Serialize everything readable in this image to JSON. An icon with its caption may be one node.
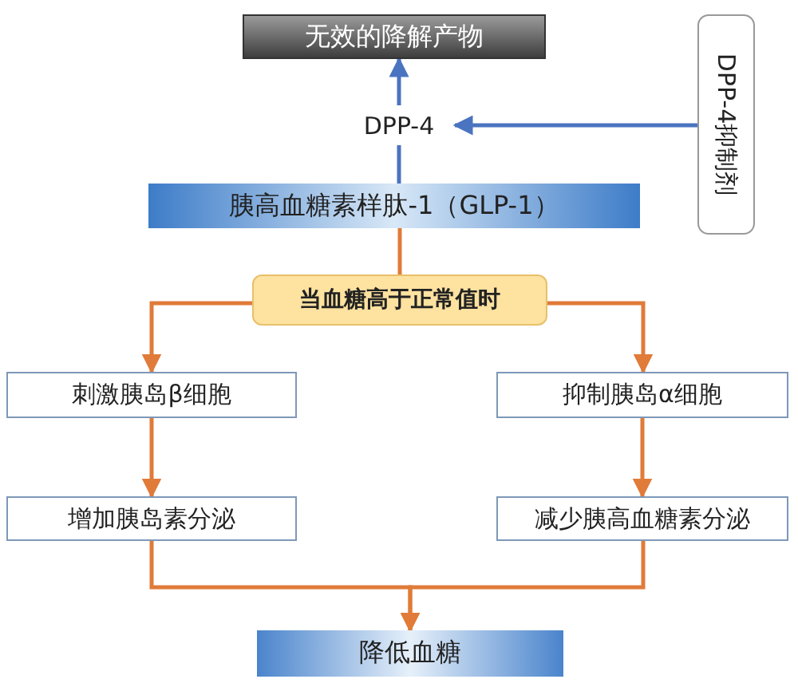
{
  "diagram": {
    "nodes": [
      {
        "text": [
          "无效的降解产物"
        ]
      },
      {
        "text": [
          "DPP-4"
        ]
      },
      {
        "text": [
          "DPP-4抑制剂"
        ]
      },
      {
        "text": [
          "胰高血糖素样肽-1（GLP-1）"
        ]
      },
      {
        "text": [
          "当血糖高于正常值时"
        ]
      },
      {
        "text": [
          "刺激胰岛β细胞"
        ]
      },
      {
        "text": [
          "抑制胰岛α细胞"
        ]
      },
      {
        "text": [
          "增加胰岛素分泌"
        ]
      },
      {
        "text": [
          "减少胰高血糖素分泌"
        ]
      },
      {
        "text": [
          "降低血糖"
        ]
      }
    ],
    "edges": [
      {
        "from": 1,
        "to": 0,
        "arrow": "to",
        "color": "#4a74c0"
      },
      {
        "from": 2,
        "to": 1,
        "arrow": "to",
        "color": "#4a74c0"
      },
      {
        "from": 3,
        "to": 1,
        "arrow": "none",
        "color": "#4a74c0"
      },
      {
        "from": 3,
        "to": 4,
        "arrow": "none"
      },
      {
        "from": 4,
        "to": 5,
        "arrow": "to"
      },
      {
        "from": 4,
        "to": 6,
        "arrow": "to"
      },
      {
        "from": 5,
        "to": 7,
        "arrow": "to"
      },
      {
        "from": 6,
        "to": 8,
        "arrow": "to"
      },
      {
        "from": 7,
        "to": 9,
        "arrow": "to"
      },
      {
        "from": 8,
        "to": 9,
        "arrow": "to"
      }
    ]
  }
}
